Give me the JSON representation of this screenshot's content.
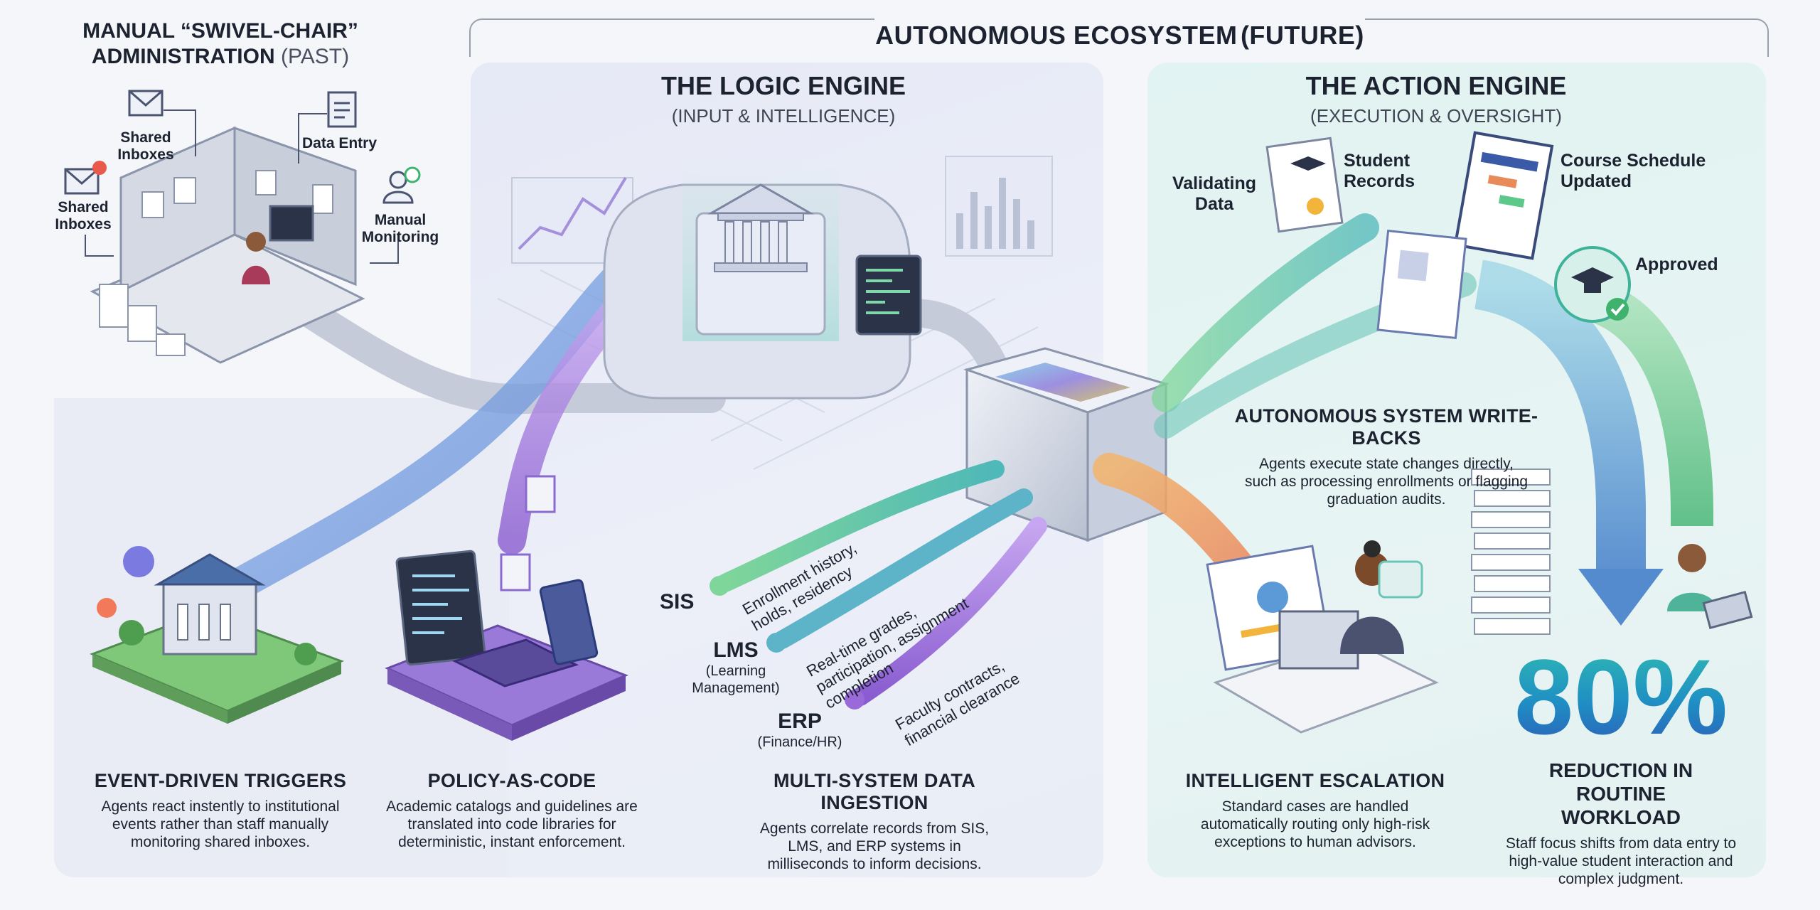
{
  "past": {
    "title_main": "MANUAL “SWIVEL-CHAIR” ADMINISTRATION",
    "title_sub": "(PAST)",
    "labels": {
      "shared_inboxes_top": "Shared Inboxes",
      "shared_inboxes_left": "Shared Inboxes",
      "data_entry": "Data Entry",
      "manual_monitoring": "Manual Monitoring"
    }
  },
  "future": {
    "title_main": "AUTONOMOUS ECOSYSTEM",
    "title_sub": "(FUTURE)"
  },
  "logic_engine": {
    "title": "THE LOGIC ENGINE",
    "subtitle": "(INPUT & INTELLIGENCE)"
  },
  "action_engine": {
    "title": "THE ACTION ENGINE",
    "subtitle": "(EXECUTION & OVERSIGHT)",
    "labels": {
      "validating_data": "Validating Data",
      "student_records": "Student Records",
      "course_schedule": "Course Schedule Updated",
      "approved": "Approved"
    },
    "writebacks_title": "AUTONOMOUS SYSTEM WRITE-BACKS",
    "writebacks_desc": "Agents execute state changes directly, such as processing enrollments or flagging graduation audits."
  },
  "systems": {
    "sis": {
      "name": "SIS",
      "stream": "Enrollment history, holds, residency"
    },
    "lms": {
      "name": "LMS",
      "sub": "(Learning Management)",
      "stream": "Real-time grades, participation, assignment completion"
    },
    "erp": {
      "name": "ERP",
      "sub": "(Finance/HR)",
      "stream": "Faculty contracts, financial clearance"
    }
  },
  "sections": {
    "triggers": {
      "title": "EVENT-DRIVEN TRIGGERS",
      "desc": "Agents react instently to institutional events rather than staff manually monitoring shared inboxes."
    },
    "policy": {
      "title": "POLICY-AS-CODE",
      "desc": "Academic catalogs and guidelines are translated into code libraries for deterministic, instant enforcement."
    },
    "ingestion": {
      "title": "MULTI-SYSTEM DATA INGESTION",
      "desc": "Agents correlate records from SIS, LMS, and ERP systems in milliseconds to inform decisions."
    },
    "escalation": {
      "title": "INTELLIGENT ESCALATION",
      "desc": "Standard cases are handled automatically routing only high-risk exceptions to human advisors."
    },
    "workload": {
      "stat": "80%",
      "title": "REDUCTION IN ROUTINE WORKLOAD",
      "desc": "Staff focus shifts from data entry to high-value student interaction and complex judgment."
    }
  },
  "colors": {
    "logic_panel": "#e8ebf6",
    "action_panel": "#e3f3f2",
    "stream_blue": "#5b86d6",
    "stream_purple": "#9a6ad8",
    "stream_green": "#5cc88a",
    "stream_orange": "#f29a4a",
    "stat_gradient_top": "#2fb9b2",
    "stat_gradient_bottom": "#2c5fb8"
  }
}
